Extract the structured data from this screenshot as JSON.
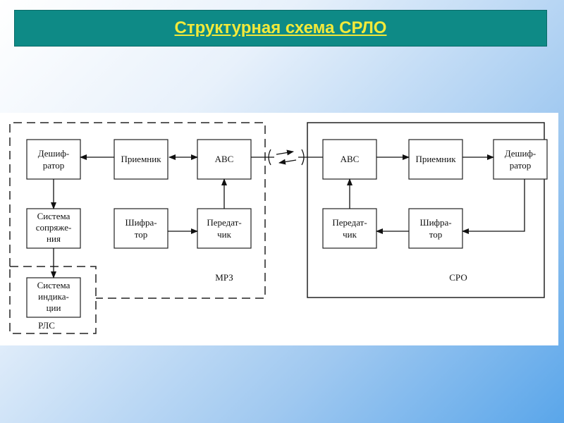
{
  "title": "Структурная схема СРЛО",
  "diagram": {
    "mrz": {
      "label": "МРЗ",
      "decipherer": [
        "Дешиф-",
        "ратор"
      ],
      "receiver": "Приемник",
      "abc": "АВС",
      "interface": [
        "Система",
        "сопряже-",
        "ния"
      ],
      "encoder": [
        "Шифра-",
        "тор"
      ],
      "transmitter": [
        "Передат-",
        "чик"
      ]
    },
    "rls": {
      "label": "РЛС",
      "display": [
        "Система",
        "индика-",
        "ции"
      ]
    },
    "sro": {
      "label": "СРО",
      "abc": "АВС",
      "receiver": "Приемник",
      "decipherer": [
        "Дешиф-",
        "ратор"
      ],
      "transmitter": [
        "Передат-",
        "чик"
      ],
      "encoder": [
        "Шифра-",
        "тор"
      ]
    }
  }
}
